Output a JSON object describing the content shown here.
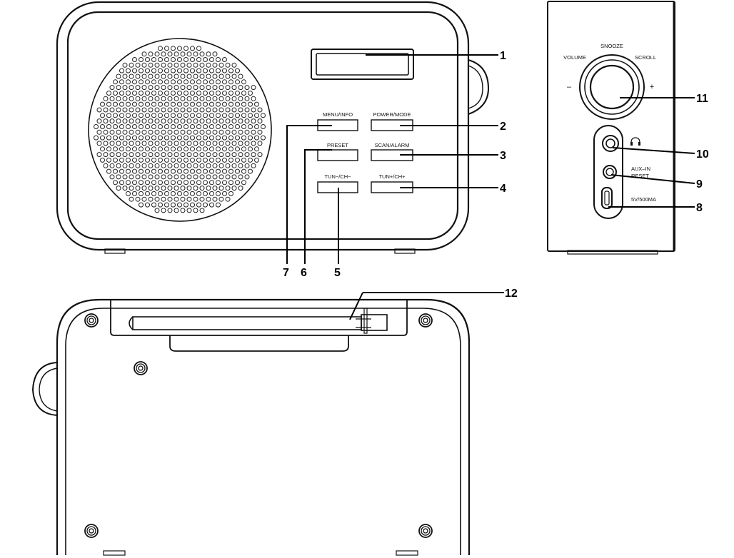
{
  "front": {
    "buttons": [
      {
        "id": "menu-info",
        "label": "MENU/INFO"
      },
      {
        "id": "power-mode",
        "label": "POWER/MODE"
      },
      {
        "id": "preset",
        "label": "PRESET"
      },
      {
        "id": "scan-alarm",
        "label": "SCAN/ALARM"
      },
      {
        "id": "tun-minus",
        "label": "TUN−/CH−"
      },
      {
        "id": "tun-plus",
        "label": "TUN+/CH+"
      }
    ]
  },
  "side": {
    "knob_labels": {
      "snooze": "SNOOZE",
      "volume": "VOLUME",
      "scroll": "SCROLL",
      "minus": "–",
      "plus": "+"
    },
    "aux_in": "AUX–IN",
    "reset": "RESET",
    "power": "5V/500MA",
    "headphone_icon": "headphone-icon"
  },
  "callouts": [
    "1",
    "2",
    "3",
    "4",
    "5",
    "6",
    "7",
    "8",
    "9",
    "10",
    "11",
    "12"
  ]
}
